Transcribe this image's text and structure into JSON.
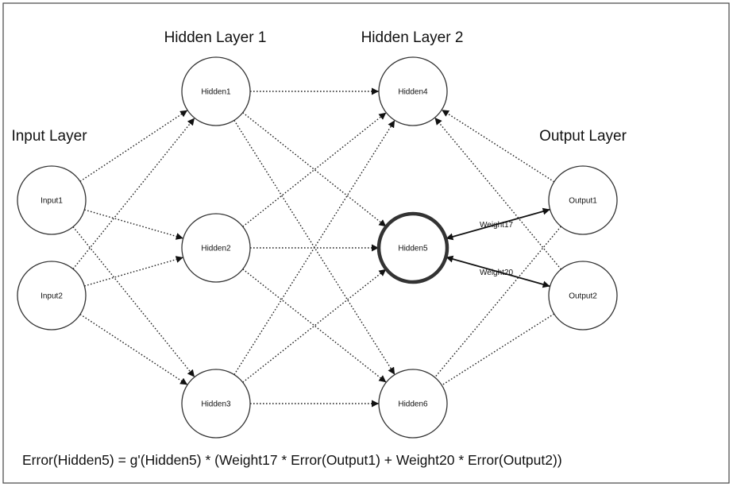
{
  "layers": [
    {
      "id": "input",
      "title": "Input Layer",
      "nodes": [
        "Input1",
        "Input2"
      ]
    },
    {
      "id": "hidden1",
      "title": "Hidden Layer 1",
      "nodes": [
        "Hidden1",
        "Hidden2",
        "Hidden3"
      ]
    },
    {
      "id": "hidden2",
      "title": "Hidden Layer 2",
      "nodes": [
        "Hidden4",
        "Hidden5",
        "Hidden6"
      ]
    },
    {
      "id": "output",
      "title": "Output Layer",
      "nodes": [
        "Output1",
        "Output2"
      ]
    }
  ],
  "highlighted_node": "Hidden5",
  "weights": {
    "w17": "Weight17",
    "w20": "Weight20"
  },
  "formula": "Error(Hidden5) = g'(Hidden5) * (Weight17 * Error(Output1) + Weight20 * Error(Output2))",
  "colors": {
    "stroke": "#333333",
    "background": "#ffffff"
  }
}
